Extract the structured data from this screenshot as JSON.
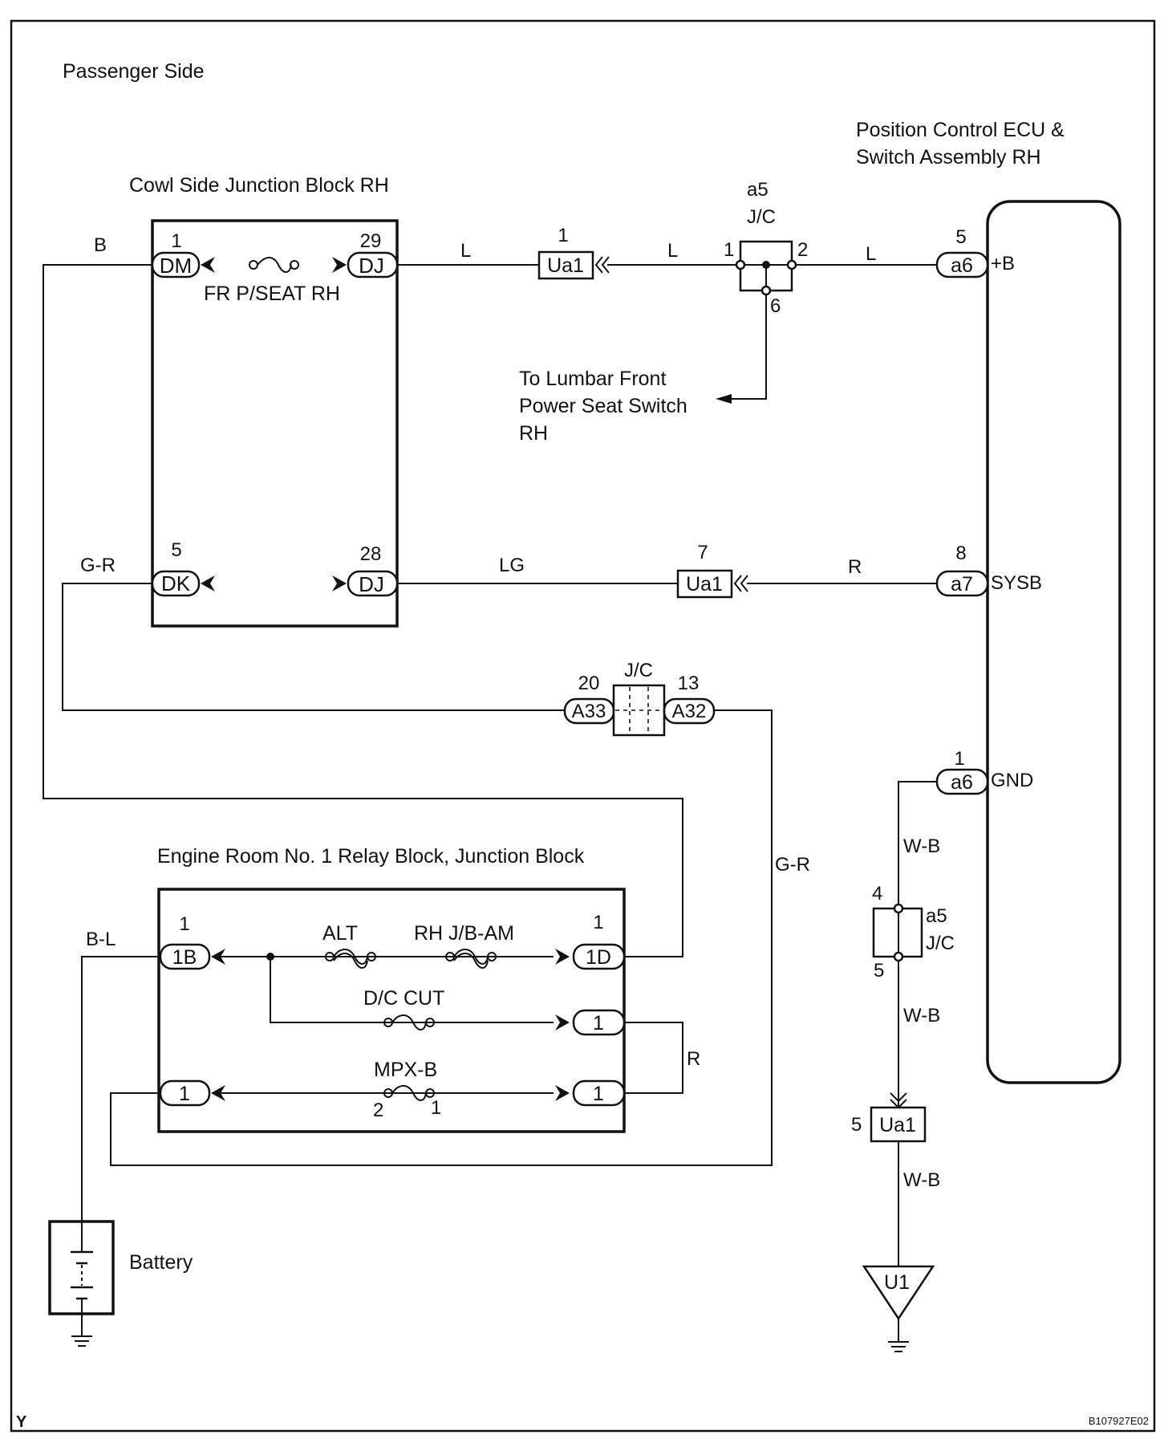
{
  "titles": {
    "side": "Passenger Side",
    "ecu_line1": "Position Control ECU &",
    "ecu_line2": "Switch Assembly RH",
    "cowl_block": "Cowl Side Junction Block RH",
    "engine_block": "Engine Room No. 1 Relay Block, Junction Block",
    "battery": "Battery",
    "lumbar_line1": "To Lumbar Front",
    "lumbar_line2": "Power Seat Switch",
    "lumbar_line3": "RH"
  },
  "fuses": {
    "fr_pseat": "FR P/SEAT RH",
    "alt": "ALT",
    "rhjb": "RH J/B-AM",
    "dc_cut": "D/C CUT",
    "mpx": "MPX-B",
    "mpx_pin_left": "2",
    "mpx_pin_right": "1"
  },
  "connectors": {
    "dm": {
      "code": "DM",
      "pin": "1"
    },
    "dj29": {
      "code": "DJ",
      "pin": "29"
    },
    "dk": {
      "code": "DK",
      "pin": "5"
    },
    "dj28": {
      "code": "DJ",
      "pin": "28"
    },
    "ua1_top": {
      "code": "Ua1",
      "pin": "1"
    },
    "ua1_mid": {
      "code": "Ua1",
      "pin": "7"
    },
    "ua1_gnd": {
      "code": "Ua1",
      "pin": "5"
    },
    "a6_b": {
      "code": "a6",
      "pin": "5"
    },
    "a7": {
      "code": "a7",
      "pin": "8"
    },
    "a6_gnd": {
      "code": "a6",
      "pin": "1"
    },
    "a33": {
      "code": "A33",
      "pin": "20"
    },
    "a32": {
      "code": "A32",
      "pin": "13"
    },
    "jb_1b": {
      "code": "1B",
      "pin": "1"
    },
    "jb_1d": {
      "code": "1D",
      "pin": "1"
    },
    "jb_dc": {
      "code": "1"
    },
    "jb_mpx_l": {
      "code": "1"
    },
    "jb_mpx_r": {
      "code": "1"
    },
    "ground_u1": {
      "code": "U1"
    }
  },
  "jc_top": {
    "name": "a5",
    "type": "J/C",
    "pin1": "1",
    "pin2": "2",
    "pin6": "6"
  },
  "jc_mid": {
    "type": "J/C"
  },
  "jc_gnd": {
    "name": "a5",
    "type": "J/C",
    "pin4": "4",
    "pin5": "5"
  },
  "terminals": {
    "plus_b": "+B",
    "sysb": "SYSB",
    "gnd": "GND"
  },
  "wires": {
    "b": "B",
    "l1": "L",
    "l2": "L",
    "l3": "L",
    "gr1": "G-R",
    "lg": "LG",
    "r1": "R",
    "gr2": "G-R",
    "bl": "B-L",
    "r2": "R",
    "wb1": "W-B",
    "wb2": "W-B",
    "wb3": "W-B"
  },
  "footer": {
    "corner": "Y",
    "code": "B107927E02"
  }
}
